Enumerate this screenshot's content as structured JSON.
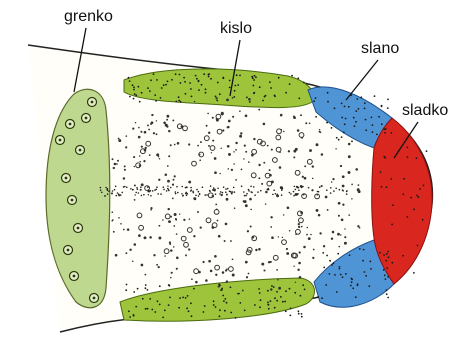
{
  "labels": {
    "bitter": "grenko",
    "sour": "kislo",
    "salty": "slano",
    "sweet": "sladko"
  },
  "colors": {
    "bitter_zone": "#bfd88f",
    "sour_zone": "#9dc43a",
    "salty_zone": "#4f95d6",
    "sweet_zone": "#d9271f",
    "outline": "#222222"
  }
}
